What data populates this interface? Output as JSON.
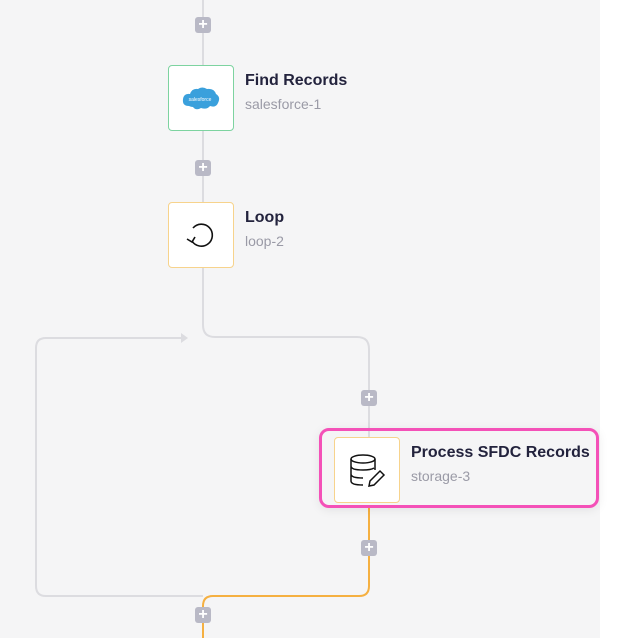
{
  "nodes": [
    {
      "title": "Find Records",
      "id": "salesforce-1",
      "icon": "salesforce-logo",
      "logo_text": "salesforce"
    },
    {
      "title": "Loop",
      "id": "loop-2",
      "icon": "loop-icon"
    },
    {
      "title": "Process SFDC Records",
      "id": "storage-3",
      "icon": "database-edit-icon",
      "selected": true
    }
  ],
  "add_step_label": "+",
  "colors": {
    "wire": "#dcdce0",
    "active_wire": "#f5b041",
    "selection": "#f451b8"
  }
}
